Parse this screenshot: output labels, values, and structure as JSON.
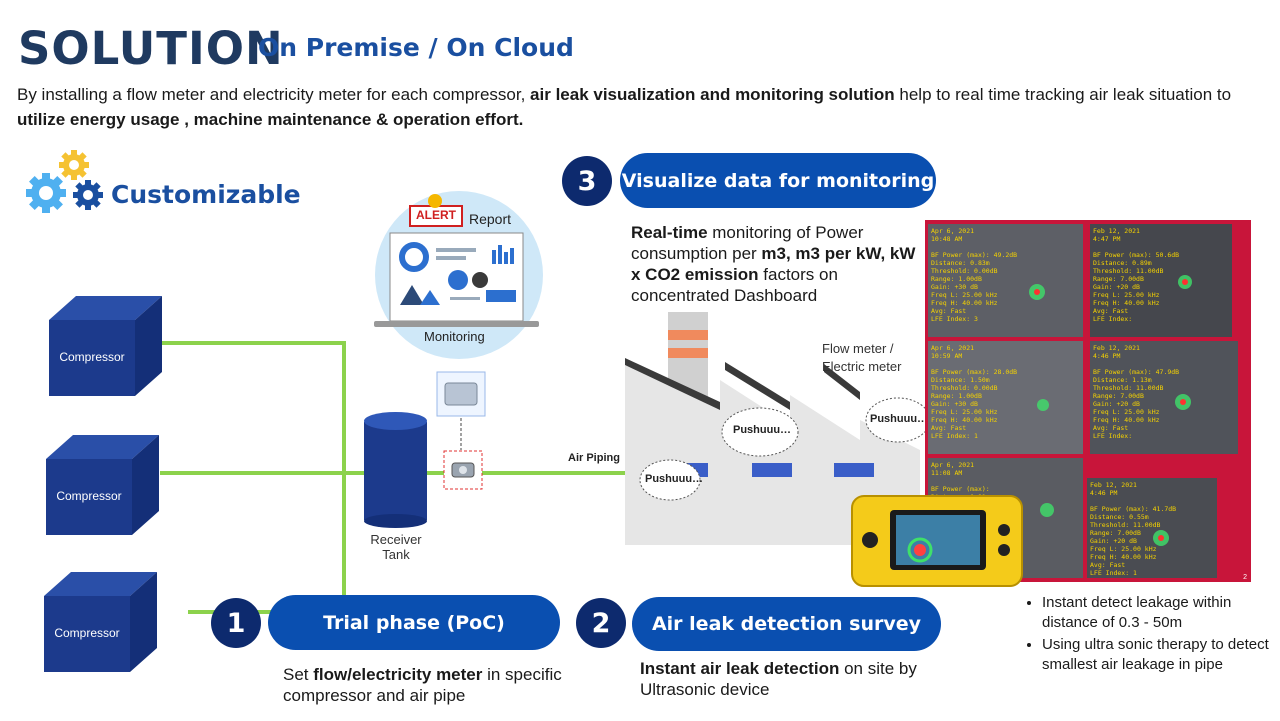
{
  "header": {
    "title": "SOLUTION",
    "subtitle": "On Premise / On  Cloud"
  },
  "intro": {
    "part1": "By installing a flow meter and electricity meter for each compressor, ",
    "bold1": "air leak visualization and monitoring solution",
    "part2": " help to real time tracking air leak situation to ",
    "bold2": "utilize energy usage , machine maintenance  & operation effort."
  },
  "customizable_label": "Customizable",
  "diagram": {
    "compressors": [
      "Compressor",
      "Compressor",
      "Compressor"
    ],
    "receiver_tank": "Receiver\nTank",
    "alert_label": "ALERT",
    "report_label": "Report",
    "monitoring_label": "Monitoring",
    "flow_meter_label": "Flow meter /\nElectric meter",
    "air_piping_label": "Air Piping",
    "leak_sounds": [
      "Pushuuu…",
      "Pushuuu…",
      "Pushuuu…"
    ]
  },
  "steps": [
    {
      "number": "1",
      "label": "Trial phase (PoC)",
      "desc_pre": "Set ",
      "desc_bold": "flow/electricity meter",
      "desc_post": " in specific compressor and air pipe"
    },
    {
      "number": "2",
      "label": "Air leak detection survey",
      "desc_bold": "Instant air leak detection",
      "desc_post": " on site by Ultrasonic device"
    },
    {
      "number": "3",
      "label": "Visualize data for monitoring",
      "desc_b1": "Real-time",
      "desc_t1": " monitoring of Power consumption per ",
      "desc_b2": "m3, m3 per kW, kW x CO2 emission",
      "desc_t2": " factors on concentrated Dashboard"
    }
  ],
  "bullets": [
    "Instant detect leakage within distance of 0.3 - 50m",
    "Using ultra sonic therapy to detect smallest air leakage in pipe"
  ],
  "photo_overlays": [
    "Apr 6, 2021\n10:48 AM\n\nBF Power (max): 49.2dB\nDistance: 0.83m\nThreshold: 0.00dB\nRange: 1.00dB\nGain: +30 dB\nFreq L: 25.00 kHz\nFreq H: 40.00 kHz\nAvg: Fast\nLFE Index: 3",
    "Feb 12, 2021\n4:47 PM\n\nBF Power (max): 50.6dB\nDistance: 0.89m\nThreshold: 11.00dB\nRange: 7.00dB\nGain: +20 dB\nFreq L: 25.00 kHz\nFreq H: 40.00 kHz\nAvg: Fast\nLFE Index:",
    "Apr 6, 2021\n10:59 AM\n\nBF Power (max): 28.0dB\nDistance: 1.50m\nThreshold: 0.00dB\nRange: 1.00dB\nGain: +30 dB\nFreq L: 25.00 kHz\nFreq H: 40.00 kHz\nAvg: Fast\nLFE Index: 1",
    "Feb 12, 2021\n4:46 PM\n\nBF Power (max): 47.9dB\nDistance: 1.13m\nThreshold: 11.00dB\nRange: 7.00dB\nGain: +20 dB\nFreq L: 25.00 kHz\nFreq H: 40.00 kHz\nAvg: Fast\nLFE Index:",
    "Apr 6, 2021\n11:08 AM\n\nBF Power (max):\nDistance: 0.91m",
    "Feb 12, 2021\n4:46 PM\n\nBF Power (max): 41.7dB\nDistance: 0.55m\nThreshold: 11.00dB\nRange: 7.00dB\nGain: +20 dB\nFreq L: 25.00 kHz\nFreq H: 40.00 kHz\nAvg: Fast\nLFE Index: 1"
  ],
  "photo_page_number": "2",
  "colors": {
    "navy": "#1f3a60",
    "accent_blue": "#0a4fb0",
    "number_badge": "#0d2a6e",
    "pipe_green": "#8cd24c",
    "photo_bg": "#c8153a"
  }
}
